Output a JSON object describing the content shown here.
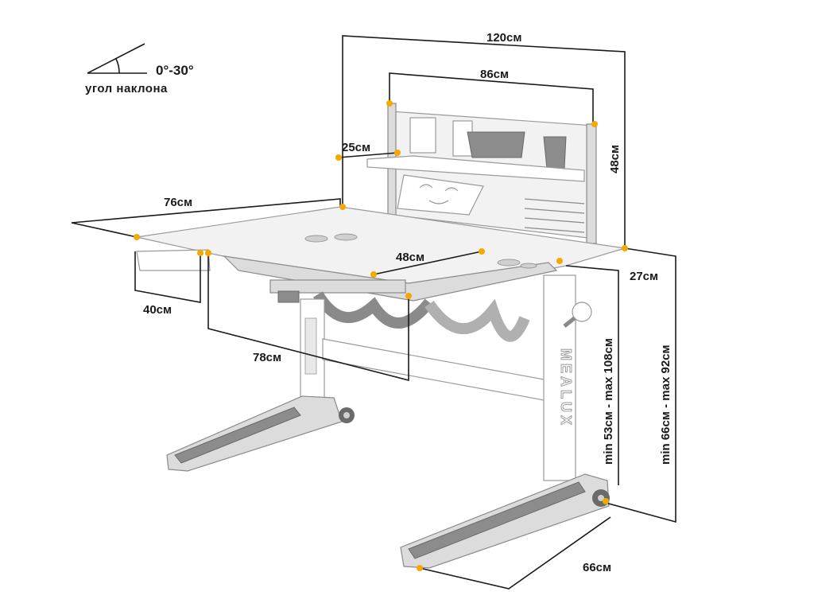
{
  "tilt": {
    "range": "0°-30°",
    "caption": "угол наклона"
  },
  "dimensions": {
    "width_total": "120см",
    "shelf_width": "86см",
    "shelf_depth": "25см",
    "shelf_height": "48см",
    "depth_total": "76см",
    "depth_fixed": "27см",
    "drawer": "40см",
    "tilt_top_depth": "48см",
    "tilt_top_width": "78см",
    "height_standing": "min 53см - max 108см",
    "height_desk": "min 66см - max 92см",
    "base_depth": "66см"
  },
  "brand": "MEALUX",
  "colors": {
    "marker": "#f2a900",
    "line": "#1a1a1a",
    "frame": "#dcdcdc",
    "accent": "#8c8c8c"
  }
}
